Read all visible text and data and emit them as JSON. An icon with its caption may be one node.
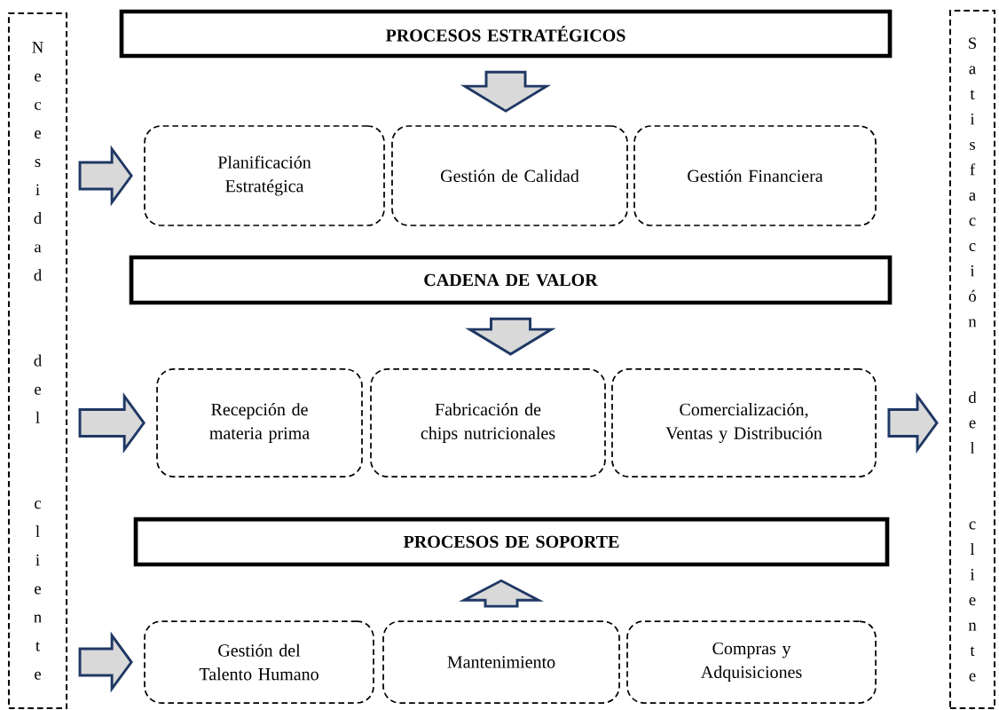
{
  "diagram": {
    "nodes": [
      {
        "text": [
          "Necesidad del cliente"
        ]
      },
      {
        "text": [
          "Satisfacción del cliente"
        ]
      },
      {
        "text": [
          "PROCESOS ESTRATÉGICOS"
        ]
      },
      {
        "text": [
          "Planificación Estratégica"
        ]
      },
      {
        "text": [
          "Gestión de Calidad"
        ]
      },
      {
        "text": [
          "Gestión Financiera"
        ]
      },
      {
        "text": [
          "CADENA DE VALOR"
        ]
      },
      {
        "text": [
          "Recepción de materia prima"
        ]
      },
      {
        "text": [
          "Fabricación de chips nutricionales"
        ]
      },
      {
        "text": [
          "Comercialización, Ventas y Distribución"
        ]
      },
      {
        "text": [
          "PROCESOS DE SOPORTE"
        ]
      },
      {
        "text": [
          "Gestión del Talento Humano"
        ]
      },
      {
        "text": [
          "Mantenimiento"
        ]
      },
      {
        "text": [
          "Compras y Adquisiciones"
        ]
      }
    ],
    "edges": [
      {
        "from": 2,
        "to": 4,
        "arrow": "to"
      },
      {
        "from": 0,
        "to": 3,
        "arrow": "to"
      },
      {
        "from": 6,
        "to": 8,
        "arrow": "to"
      },
      {
        "from": 0,
        "to": 7,
        "arrow": "to"
      },
      {
        "from": 9,
        "to": 1,
        "arrow": "to"
      },
      {
        "from": 12,
        "to": 10,
        "arrow": "to"
      },
      {
        "from": 0,
        "to": 11,
        "arrow": "to"
      }
    ]
  }
}
